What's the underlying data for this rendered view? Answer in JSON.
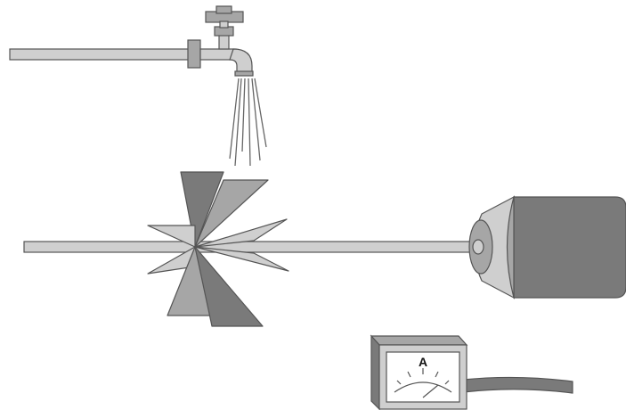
{
  "diagram": {
    "components": [
      {
        "id": "water-tap",
        "icon": "faucet-icon"
      },
      {
        "id": "water-spray",
        "icon": "water-stream-icon"
      },
      {
        "id": "turbine-wheel",
        "icon": "turbine-icon"
      },
      {
        "id": "axle",
        "icon": "shaft-icon"
      },
      {
        "id": "generator",
        "icon": "generator-icon"
      },
      {
        "id": "ammeter",
        "icon": "ammeter-icon"
      },
      {
        "id": "meter-cable",
        "icon": "cable-icon"
      }
    ],
    "ammeter": {
      "label": "A"
    },
    "colors": {
      "outline": "#555555",
      "light_gray": "#cfcfcf",
      "mid_gray": "#a6a6a6",
      "dark_gray": "#7a7a7a",
      "background": "#ffffff"
    }
  }
}
